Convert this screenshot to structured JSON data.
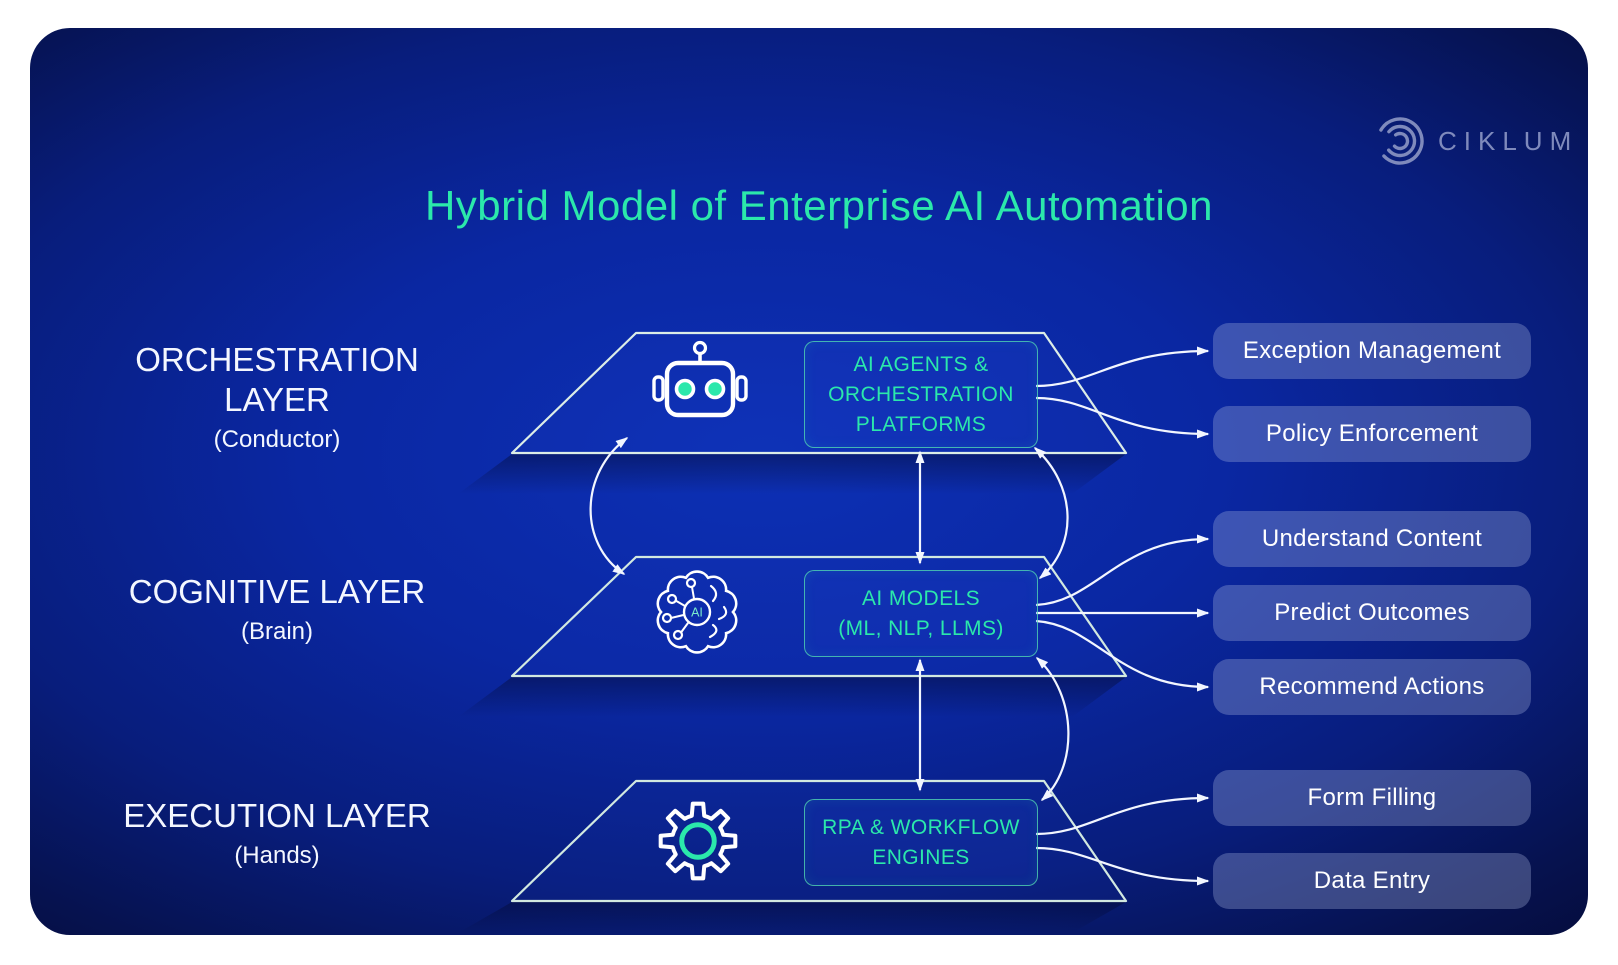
{
  "title": "Hybrid Model of Enterprise AI Automation",
  "brand": "CIKLUM",
  "colors": {
    "accent_teal": "#2BE8AB",
    "panel_blue": "#0A27A2",
    "panel_dark": "#050D3F",
    "pill_fill": "rgba(170,182,224,0.32)",
    "line_white": "#F2F6FF",
    "logo_muted": "#7F8ABC"
  },
  "layers": [
    {
      "name": "orchestration-layer",
      "label_lines": [
        "ORCHESTRATION",
        "LAYER"
      ],
      "sublabel": "(Conductor)",
      "icon": "robot-icon",
      "box_lines": [
        "AI AGENTS &",
        "ORCHESTRATION",
        "PLATFORMS"
      ],
      "outputs": [
        "Exception Management",
        "Policy Enforcement"
      ]
    },
    {
      "name": "cognitive-layer",
      "label_lines": [
        "COGNITIVE LAYER"
      ],
      "sublabel": "(Brain)",
      "icon": "brain-ai-icon",
      "icon_badge": "AI",
      "box_lines": [
        "AI MODELS",
        "(ML, NLP, LLMS)"
      ],
      "outputs": [
        "Understand Content",
        "Predict Outcomes",
        "Recommend Actions"
      ]
    },
    {
      "name": "execution-layer",
      "label_lines": [
        "EXECUTION LAYER"
      ],
      "sublabel": "(Hands)",
      "icon": "gear-icon",
      "box_lines": [
        "RPA & WORKFLOW",
        "ENGINES"
      ],
      "outputs": [
        "Form Filling",
        "Data Entry"
      ]
    }
  ]
}
